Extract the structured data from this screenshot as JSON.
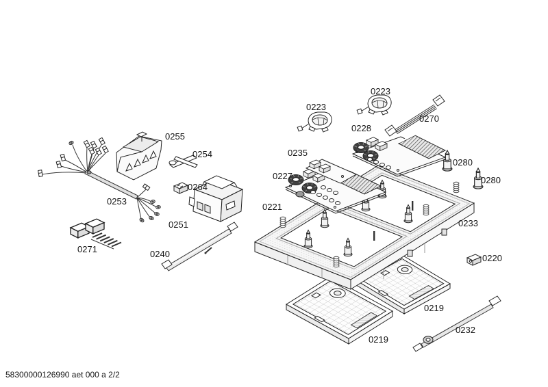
{
  "document": {
    "footer_code": "58300000126990 aet 000 a 2/2",
    "page_background": "#ffffff",
    "line_color": "#222222",
    "texture_dot_color": "#c9c9c9",
    "heatsink_hatch_color": "#555555"
  },
  "part_labels": {
    "bracket_0255": "0255",
    "clip_0254": "0254",
    "connector_0264": "0264",
    "wire_harness_0253": "0253",
    "power_module_0251": "0251",
    "terminals_0271": "0271",
    "ribbon_cable_0240": "0240",
    "sensor_left_0223": "0223",
    "sensor_right_0223": "0223",
    "cable_0270": "0270",
    "pcb_0228": "0228",
    "pcb_0235": "0235",
    "pcb_0227": "0227",
    "frame_0221": "0221",
    "standoff_top_0280": "0280",
    "standoff_right_0280": "0280",
    "frame_0233": "0233",
    "spacer_0220": "0220",
    "tray_right_0219": "0219",
    "tray_bottom_0219": "0219",
    "rod_0232": "0232"
  }
}
